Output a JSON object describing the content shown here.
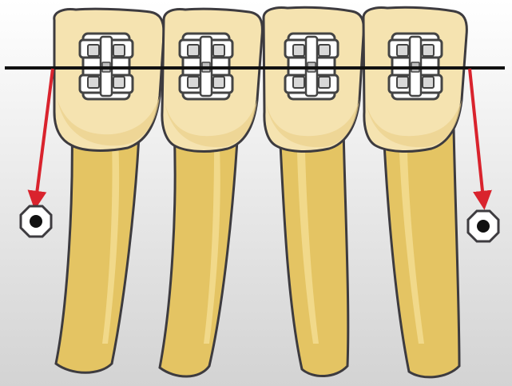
{
  "diagram": {
    "subject": "orthodontic-braces-with-anchorage-screws",
    "tooth_count": 4,
    "bracket_count": 4,
    "anchor_count": 2,
    "colors": {
      "background_top": "#ffffff",
      "background_bottom": "#d3d3d3",
      "crown": "#f5e3b0",
      "crown_shade": "#ebd08c",
      "root": "#e4c463",
      "root_highlight": "#f1d98a",
      "outline": "#3d3b3f",
      "bracket": "#ffffff",
      "bracket_outline": "#444444",
      "wire": "#111111",
      "force_arrow": "#d9232d",
      "anchor_fill": "#ffffff",
      "anchor_core": "#111111"
    },
    "icons": [
      "bracket-icon",
      "anchor-screw-icon",
      "arrow-icon"
    ]
  }
}
